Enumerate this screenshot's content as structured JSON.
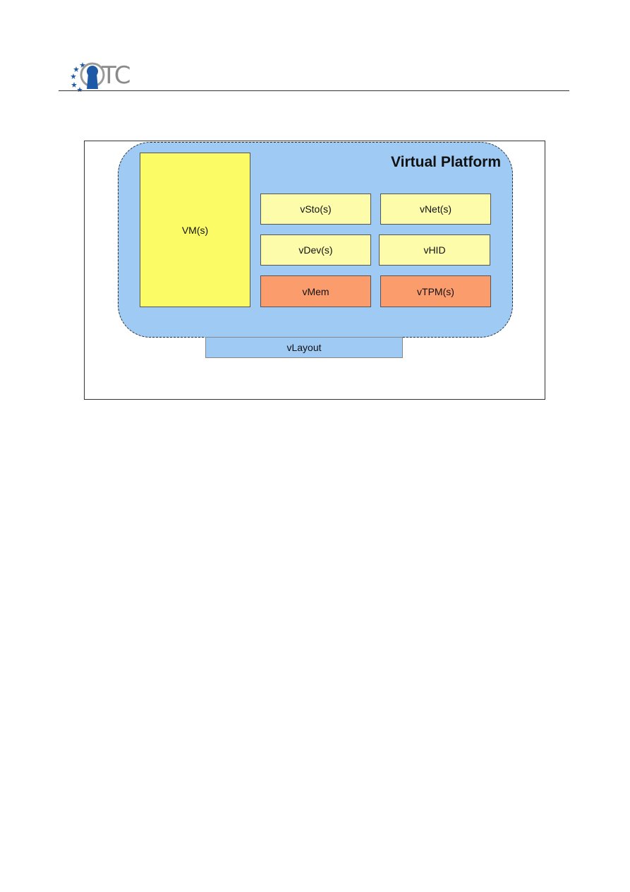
{
  "header": {
    "logo_text": "TC",
    "colors": {
      "logo_blue": "#1f5aa6",
      "logo_gray": "#8a8a8a"
    }
  },
  "diagram": {
    "title": "Virtual Platform",
    "components": {
      "vm": "VM(s)",
      "vsto": "vSto(s)",
      "vnet": "vNet(s)",
      "vdev": "vDev(s)",
      "vhid": "vHID",
      "vmem": "vMem",
      "vtpm": "vTPM(s)",
      "vlayout": "vLayout"
    },
    "colors": {
      "platform": "#9fcaf4",
      "vm": "#fbfb66",
      "device": "#fdfcaa",
      "secure": "#fb9c6c"
    }
  }
}
